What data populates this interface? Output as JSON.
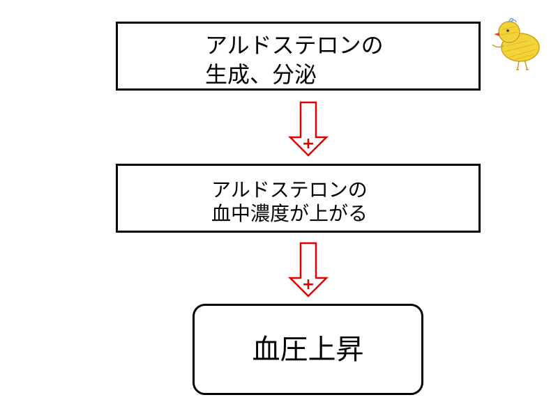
{
  "flow": {
    "steps": [
      {
        "line1": "アルドステロンの",
        "line2": "生成、分泌"
      },
      {
        "line1": "アルドステロンの",
        "line2": "血中濃度が上がる"
      },
      {
        "line1": "血圧上昇"
      }
    ],
    "arrows": [
      {
        "sign": "+",
        "color": "#e00000"
      },
      {
        "sign": "+",
        "color": "#e00000"
      }
    ]
  },
  "decoration": {
    "icon": "chick-icon",
    "colors": {
      "body": "#f2d33a",
      "outline": "#c9a21c",
      "beak": "#e6412e"
    }
  }
}
